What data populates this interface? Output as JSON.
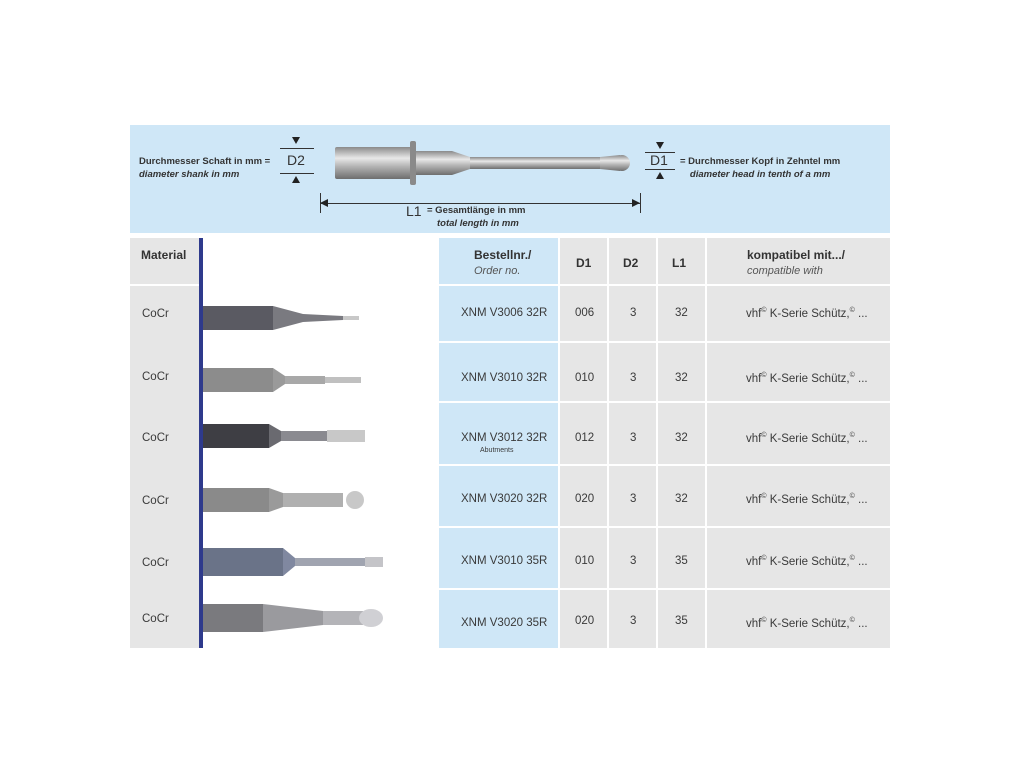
{
  "header": {
    "d2_symbol": "D2",
    "d2_label_de": "Durchmesser Schaft in mm =",
    "d2_label_en": "diameter shank in mm",
    "d1_symbol": "D1",
    "d1_label_de": "= Durchmesser Kopf in Zehntel mm",
    "d1_label_en": "diameter head in tenth of a mm",
    "l1_symbol": "L1",
    "l1_label_de": "= Gesamtlänge in mm",
    "l1_label_en": "total length in mm"
  },
  "table": {
    "headers": {
      "material": "Material",
      "order_de": "Bestellnr./",
      "order_en": "Order no.",
      "d1": "D1",
      "d2": "D2",
      "l1": "L1",
      "compat_de": "kompatibel mit.../",
      "compat_en": "compatible with"
    },
    "rows": [
      {
        "material": "CoCr",
        "order": "XNM V3006 32R",
        "note": "",
        "d1": "006",
        "d2": "3",
        "l1": "32",
        "compat_a": "vhf",
        "compat_b": "K-Serie Schütz,",
        "compat_c": "..."
      },
      {
        "material": "CoCr",
        "order": "XNM V3010 32R",
        "note": "",
        "d1": "010",
        "d2": "3",
        "l1": "32",
        "compat_a": "vhf",
        "compat_b": "K-Serie Schütz,",
        "compat_c": "..."
      },
      {
        "material": "CoCr",
        "order": "XNM V3012 32R",
        "note": "Abutments",
        "d1": "012",
        "d2": "3",
        "l1": "32",
        "compat_a": "vhf",
        "compat_b": "K-Serie Schütz,",
        "compat_c": "..."
      },
      {
        "material": "CoCr",
        "order": "XNM V3020 32R",
        "note": "",
        "d1": "020",
        "d2": "3",
        "l1": "32",
        "compat_a": "vhf",
        "compat_b": "K-Serie Schütz,",
        "compat_c": "..."
      },
      {
        "material": "CoCr",
        "order": "XNM V3010 35R",
        "note": "",
        "d1": "010",
        "d2": "3",
        "l1": "35",
        "compat_a": "vhf",
        "compat_b": "K-Serie Schütz,",
        "compat_c": "..."
      },
      {
        "material": "CoCr",
        "order": "XNM V3020 35R",
        "note": "",
        "d1": "020",
        "d2": "3",
        "l1": "35",
        "compat_a": "vhf",
        "compat_b": "K-Serie Schütz,",
        "compat_c": "..."
      }
    ]
  },
  "colors": {
    "header_bg": "#cfe7f7",
    "cell_bg": "#e6e6e6",
    "divider": "#2e3a8c"
  }
}
